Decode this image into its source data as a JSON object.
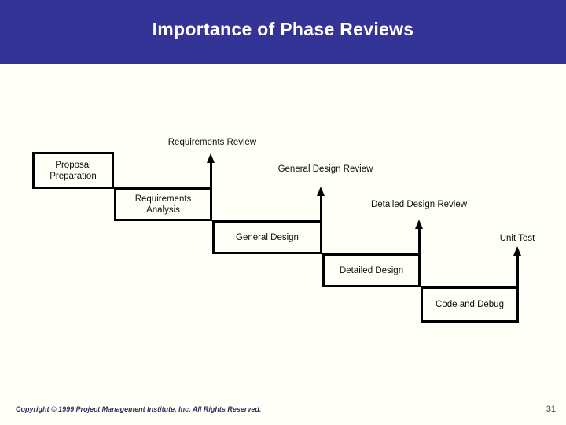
{
  "slide": {
    "title": "Importance of Phase Reviews",
    "footer": "Copyright © 1999 Project Management Institute, Inc. All Rights Reserved.",
    "page_number": "31"
  },
  "colors": {
    "header_bg": "#343396",
    "title_text": "#ffffff",
    "slide_bg": "#fffef7",
    "line_color": "#000000",
    "box_text": "#0d0d0d",
    "footer_text": "#30305c",
    "page_number_text": "#46464e"
  },
  "diagram": {
    "phases": [
      {
        "label": "Proposal Preparation"
      },
      {
        "label": "Requirements Analysis"
      },
      {
        "label": "General Design"
      },
      {
        "label": "Detailed Design"
      },
      {
        "label": "Code and Debug"
      }
    ],
    "reviews": [
      {
        "label": "Requirements Review"
      },
      {
        "label": "General Design Review"
      },
      {
        "label": "Detailed Design Review"
      },
      {
        "label": "Unit Test"
      }
    ]
  }
}
